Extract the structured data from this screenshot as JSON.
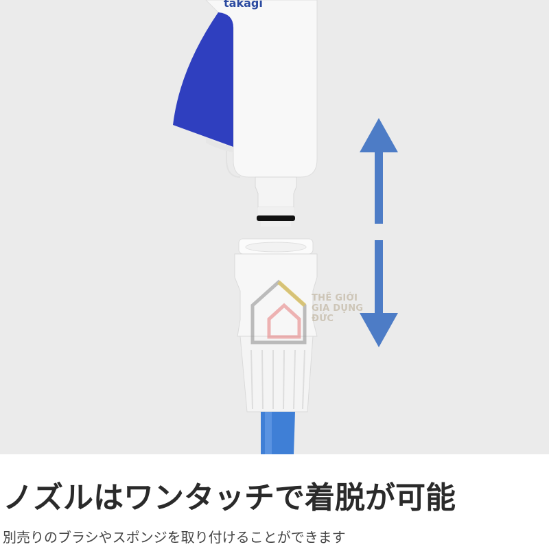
{
  "product": {
    "brand_logo": "takagi",
    "hose_color": "#3f7fd6",
    "trigger_color": "#2f3fbf",
    "arrow_color": "#4d7cc6"
  },
  "watermark": {
    "line1": "THẾ GIỚI",
    "line2": "GIA DỤNG",
    "line3": "ĐỨC"
  },
  "caption": {
    "headline": "ノズルはワンタッチで着脱が可能",
    "subline": "別売りのブラシやスポンジを取り付けることができます"
  }
}
